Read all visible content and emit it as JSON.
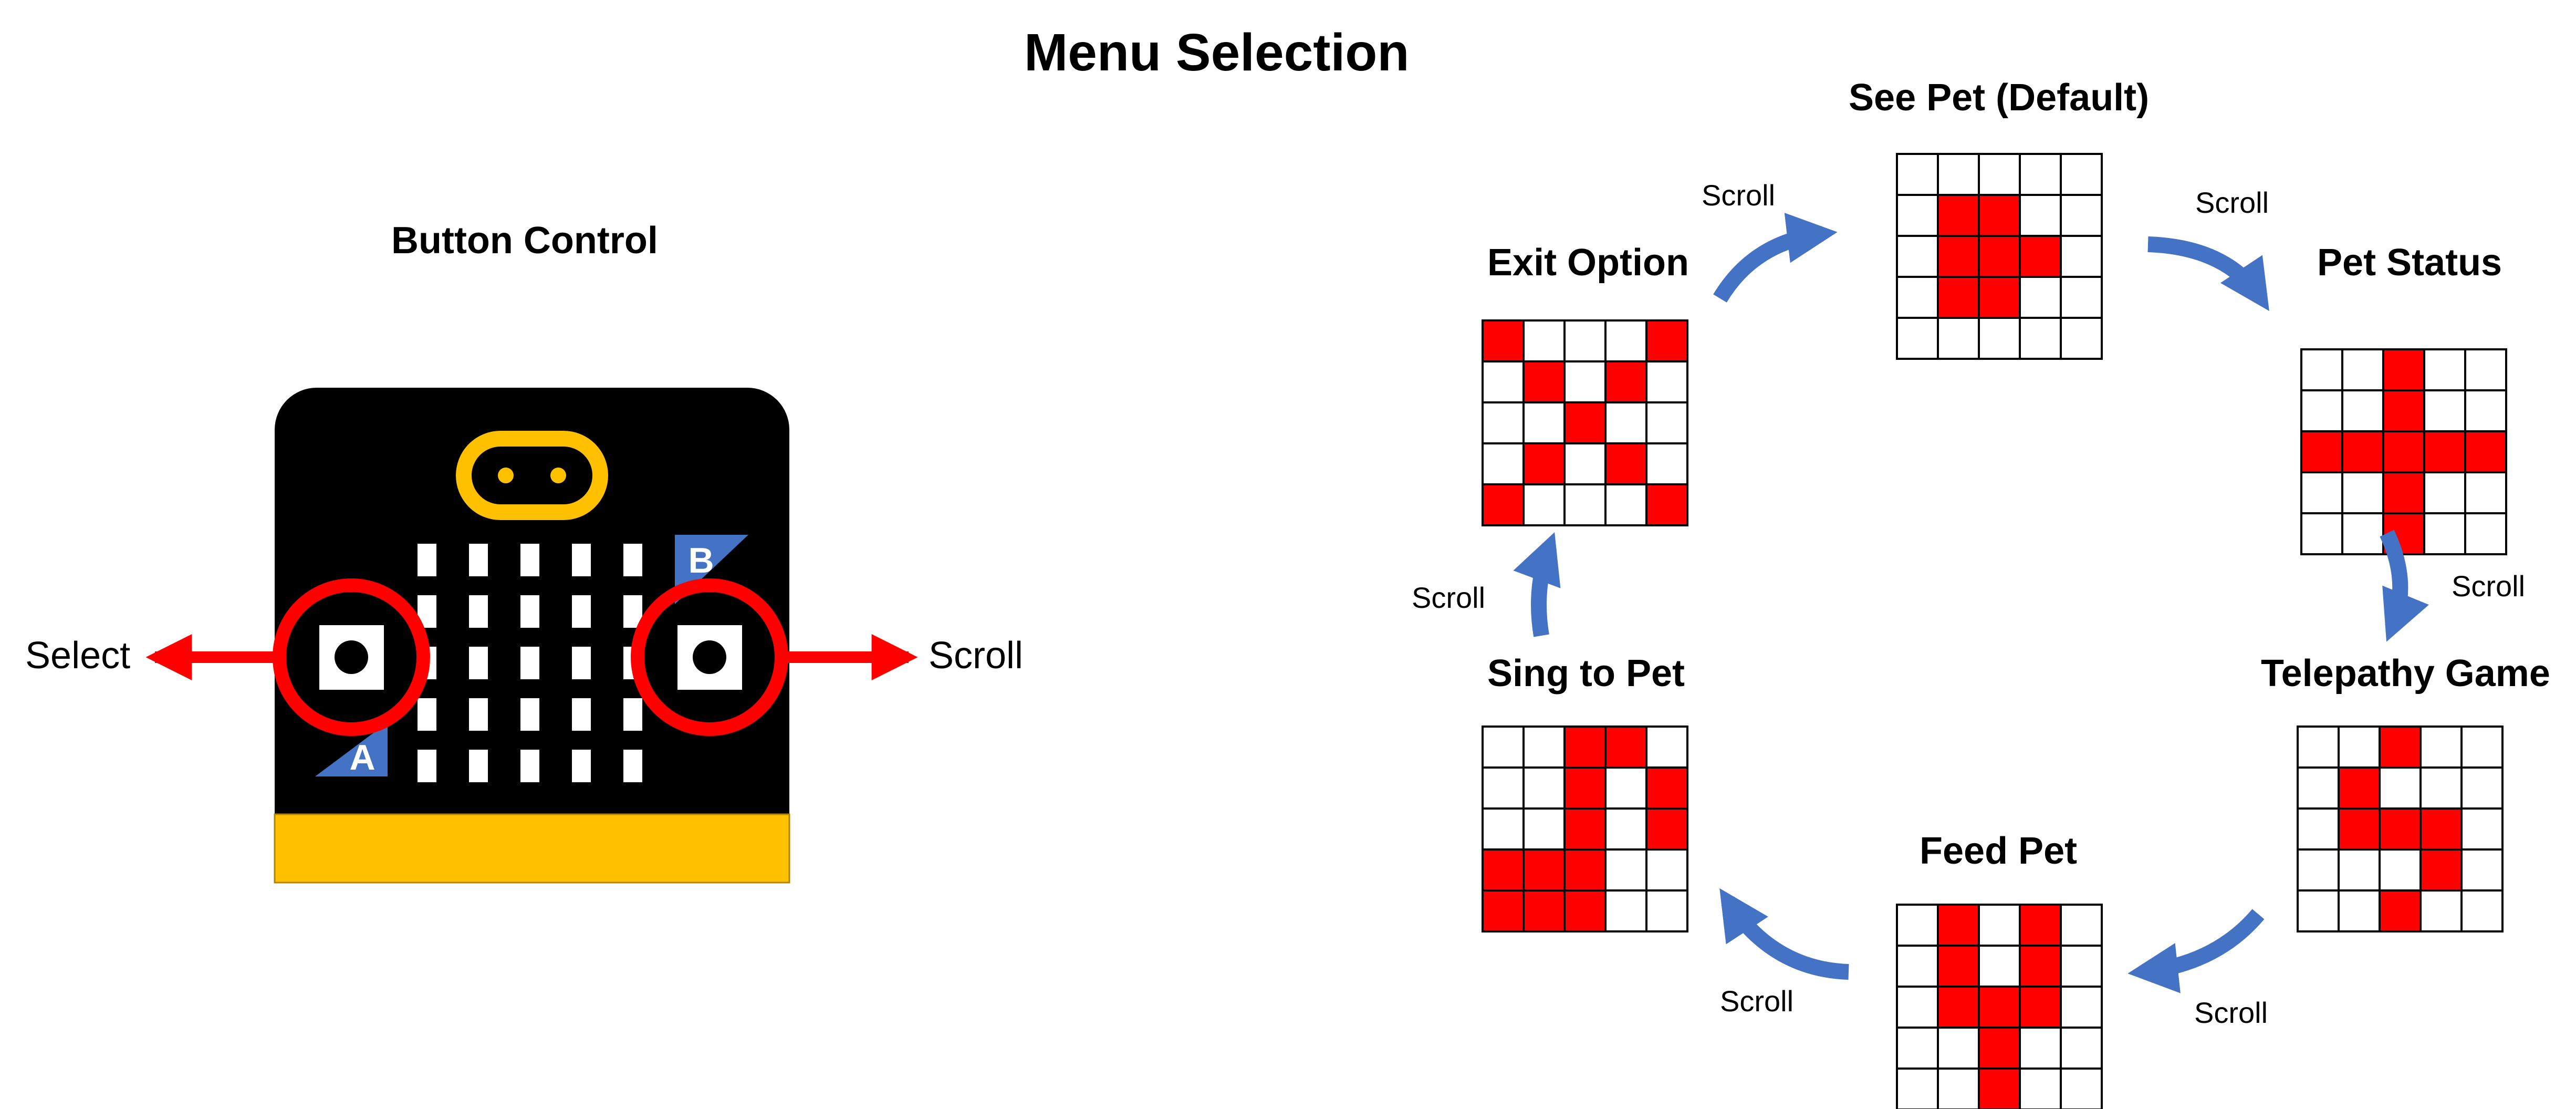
{
  "title": "Menu Selection",
  "button_control": {
    "heading": "Button Control",
    "left_label": "Select",
    "right_label": "Scroll",
    "button_a_letter": "A",
    "button_b_letter": "B"
  },
  "colors": {
    "on": "#ff0000",
    "off": "#ffffff",
    "arrow": "#4472c4",
    "board": "#000000",
    "gold": "#ffc000",
    "highlight": "#ff0000"
  },
  "scroll_label": "Scroll",
  "menu_items": [
    {
      "name": "See Pet (Default)",
      "grid": [
        "00000",
        "01100",
        "01110",
        "01100",
        "00000"
      ]
    },
    {
      "name": "Pet Status",
      "grid": [
        "00100",
        "00100",
        "11111",
        "00100",
        "00100"
      ]
    },
    {
      "name": "Telepathy Game",
      "grid": [
        "00100",
        "01000",
        "01110",
        "00010",
        "00100"
      ]
    },
    {
      "name": "Feed Pet",
      "grid": [
        "01010",
        "01010",
        "01110",
        "00100",
        "00100"
      ]
    },
    {
      "name": "Sing to Pet",
      "grid": [
        "00110",
        "00101",
        "00101",
        "11100",
        "11100"
      ]
    },
    {
      "name": "Exit Option",
      "grid": [
        "10001",
        "01010",
        "00100",
        "01010",
        "10001"
      ]
    }
  ]
}
